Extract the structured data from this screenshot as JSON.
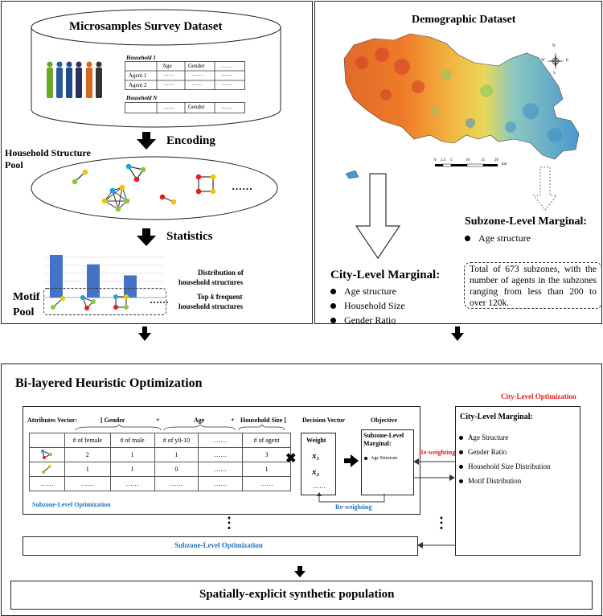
{
  "panel_survey": {
    "title": "Microsamples Survey Dataset",
    "household1_label": "Household 1",
    "householdN_label": "Household N",
    "table_headers": [
      "Age",
      "Gender",
      "……"
    ],
    "table_rows": [
      {
        "label": "Agent 1",
        "cells": [
          "……",
          "……",
          "……"
        ]
      },
      {
        "label": "Agent 2",
        "cells": [
          "……",
          "……",
          "……"
        ]
      }
    ],
    "tableN_cells": [
      "……",
      "Gender",
      "……"
    ],
    "encoding": "Encoding",
    "pool_title_line1": "Household Structure",
    "pool_title_line2": "Pool",
    "ellipsis": "……",
    "statistics": "Statistics",
    "distribution_line1": "Distribution of",
    "distribution_line2": "household structures",
    "motif_line1": "Motif",
    "motif_line2": "Pool",
    "topk_prefix": "Top ",
    "topk_k": "k",
    "topk_suffix": " frequent",
    "topk_line2": "household structures",
    "bar_values": [
      1.0,
      0.78,
      0.52
    ],
    "bar_color": "#4472c4"
  },
  "panel_demo": {
    "title": "Demographic Dataset",
    "scale_ticks": [
      "0",
      "2.5",
      "5",
      "10",
      "15",
      "20"
    ],
    "scale_unit": "km",
    "compass": [
      "N",
      "E",
      "S",
      "W"
    ],
    "city_title": "City-Level Marginal:",
    "city_items": [
      "Age structure",
      "Household Size",
      "Gender Ratio"
    ],
    "subzone_title": "Subzone-Level Marginal:",
    "subzone_items": [
      "Age structure"
    ],
    "note": "Total of 673 subzones, with the number of agents in the subzones ranging from less than 200 to over 120k."
  },
  "panel_opt": {
    "title": "Bi-layered Heuristic Optimization",
    "city_opt_label": "City-Level Optimization",
    "attr_vector": "Attributes Vector:",
    "groups": [
      "[ Gender",
      "+",
      "Age",
      "+",
      "Household Size ]"
    ],
    "columns": [
      "# of female",
      "# of male",
      "# of y0-10",
      "……",
      "# of agent"
    ],
    "rows": [
      [
        "2",
        "1",
        "1",
        "……",
        "3"
      ],
      [
        "1",
        "1",
        "0",
        "……",
        "1"
      ],
      [
        "……",
        "……",
        "……",
        "……",
        "……"
      ]
    ],
    "row_labels": [
      "",
      "",
      "……"
    ],
    "decision_vector": "Decision Vector",
    "weight": "Weight",
    "weights": [
      "x₁",
      "x₂",
      "……"
    ],
    "objective": "Objective",
    "obj_box_title": "Subzone-Level Marginal:",
    "obj_item": "Age Structure",
    "reweighting_blue": "Re-weighting",
    "reweighting_red": "Re-weighting",
    "subzone_opt": "Subzone-Level Optimization",
    "city_box_title": "City-Level Marginal:",
    "city_box_items": [
      "Age Structure",
      "Gender Ratio",
      "Household Size Distribution",
      "Motif Distribution"
    ],
    "vdots": "⋮"
  },
  "output": {
    "label": "Spatially-explicit synthetic population"
  },
  "colors": {
    "blue_text": "#1e73be",
    "red_text": "#e02020",
    "node_yellow": "#f5c400",
    "node_green": "#8ac83c",
    "node_blue": "#1fa0e0",
    "node_red": "#e02020"
  }
}
